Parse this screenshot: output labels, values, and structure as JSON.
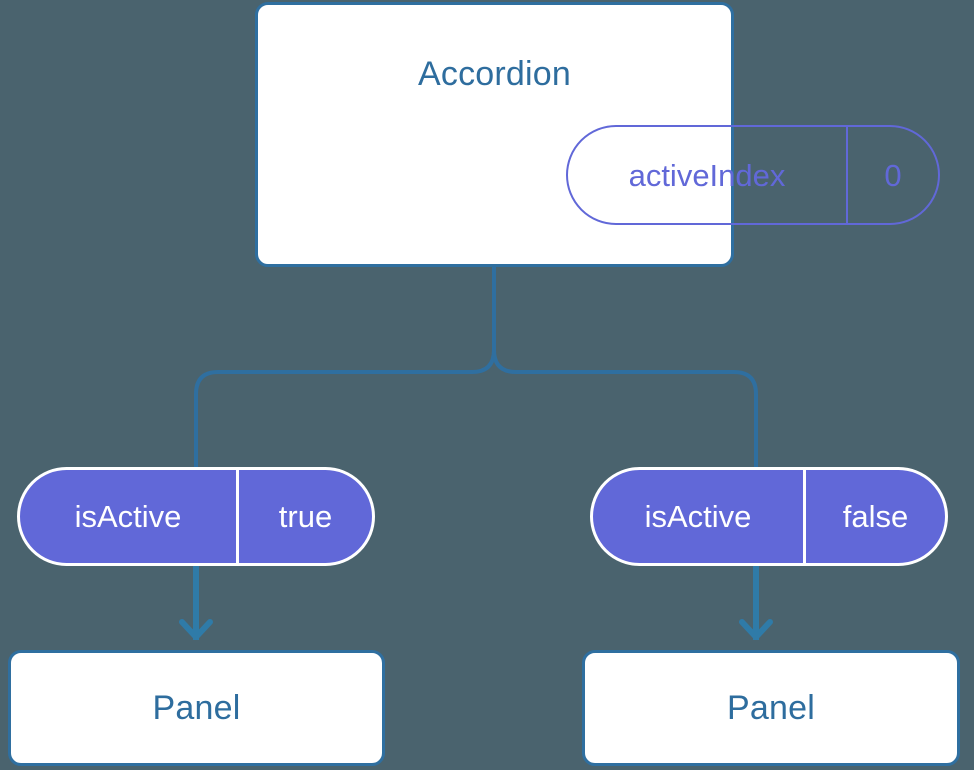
{
  "diagram": {
    "background_color": "#4a636e",
    "accent_blue": "#2f6fa0",
    "accent_purple": "#6168d8",
    "white": "#ffffff"
  },
  "nodes": {
    "accordion": {
      "title": "Accordion",
      "state": {
        "key": "activeIndex",
        "value": "0"
      }
    },
    "left_branch": {
      "prop": {
        "key": "isActive",
        "value": "true"
      },
      "panel": {
        "title": "Panel"
      }
    },
    "right_branch": {
      "prop": {
        "key": "isActive",
        "value": "false"
      },
      "panel": {
        "title": "Panel"
      }
    }
  },
  "connectors": {
    "trunk_label": "accordion-to-branches",
    "left_arrow_label": "is-active-true-to-panel",
    "right_arrow_label": "is-active-false-to-panel",
    "stroke_color": "#2f6fa0"
  }
}
